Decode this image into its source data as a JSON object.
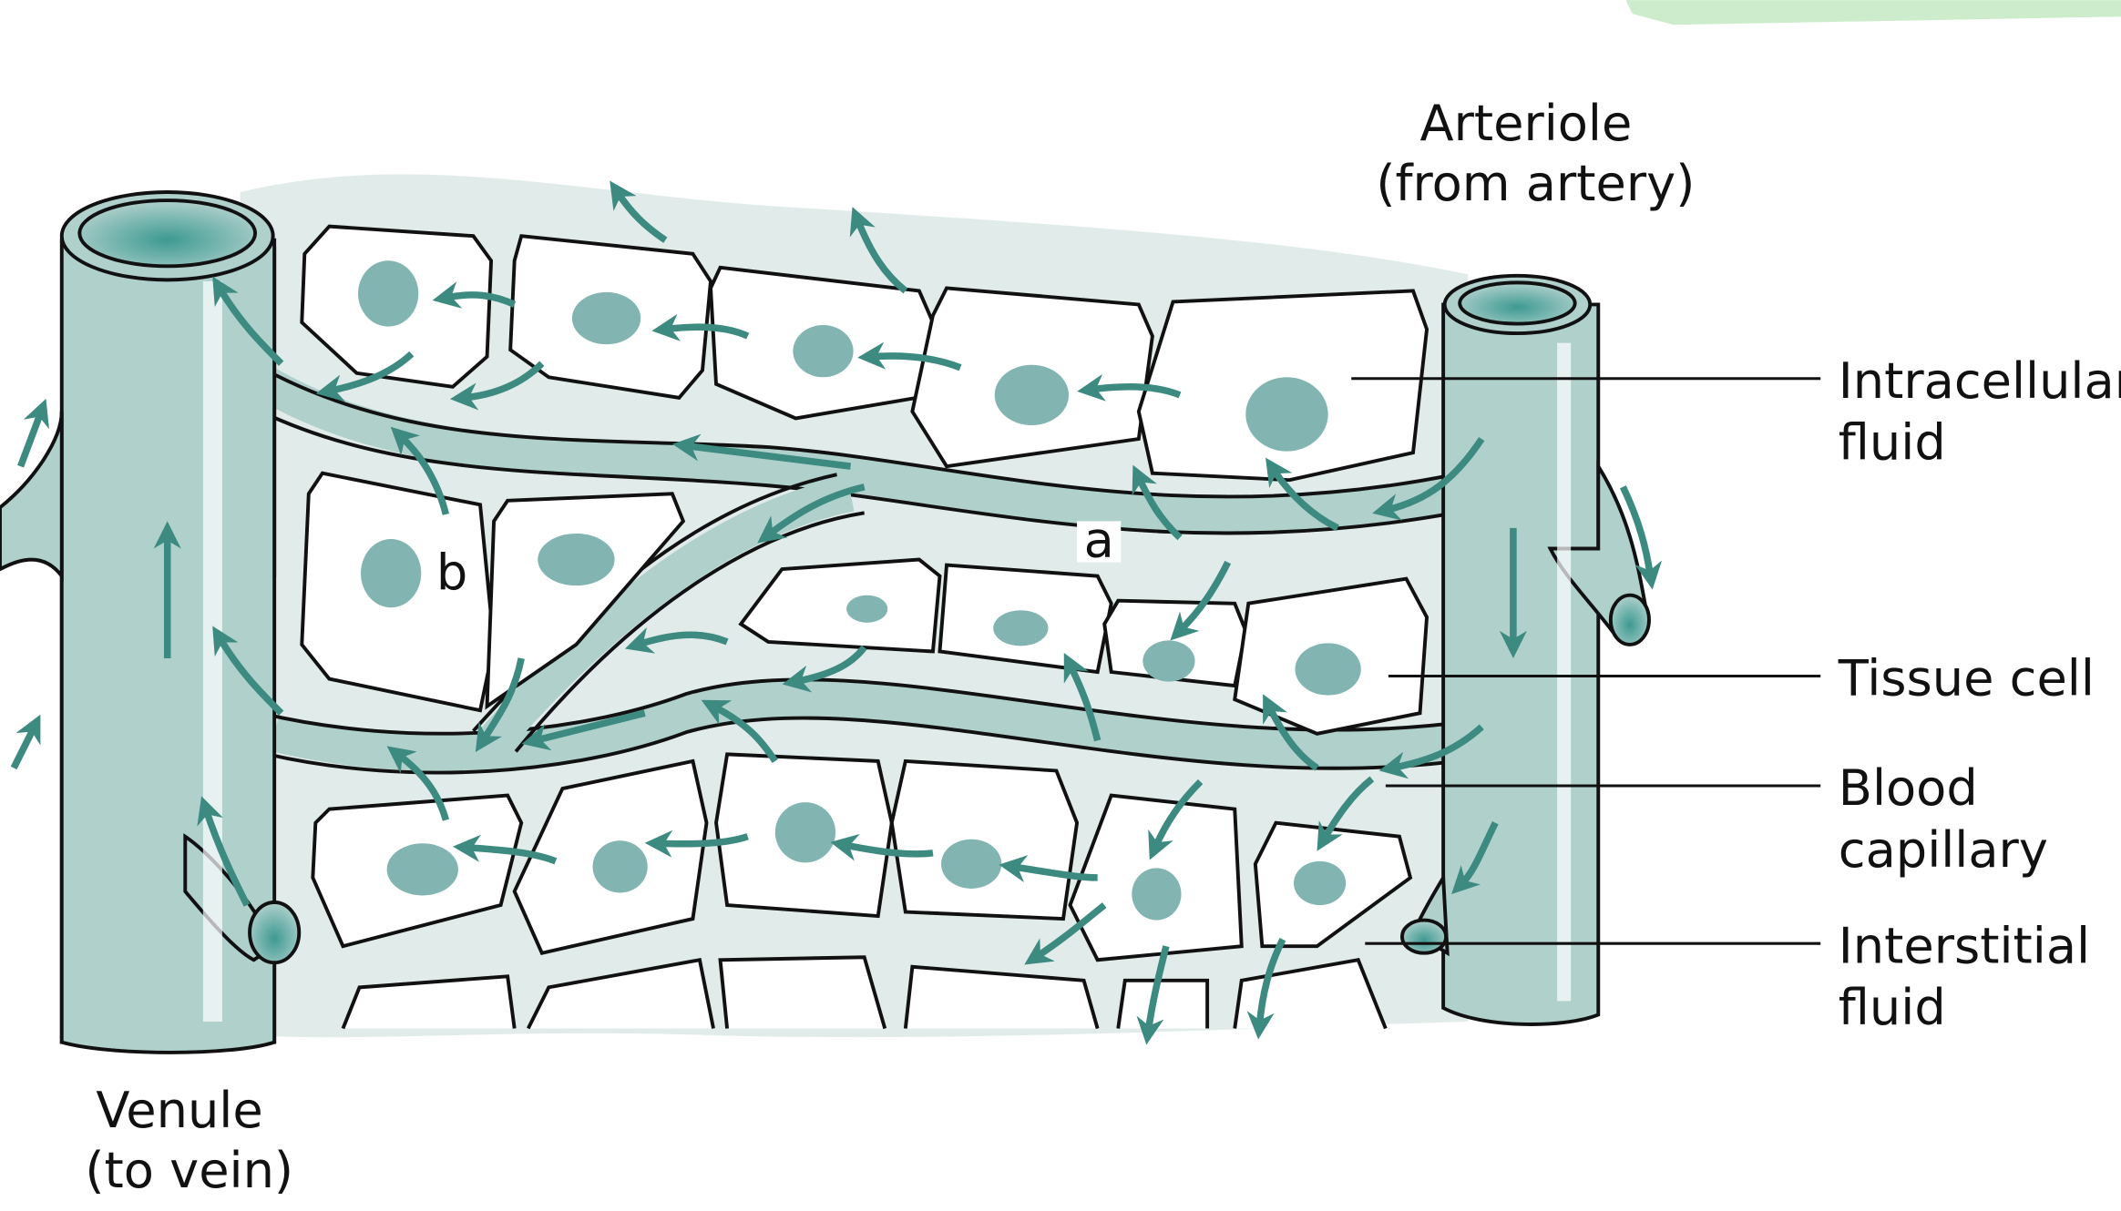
{
  "labels": {
    "arteriole": "Arteriole",
    "arteriole_sub": "(from artery)",
    "venule": "Venule",
    "venule_sub": "(to vein)",
    "intracellular_1": "Intracellular",
    "intracellular_2": "fluid",
    "tissue_cell": "Tissue cell",
    "capillary_1": "Blood",
    "capillary_2": "capillary",
    "interstitial_1": "Interstitial",
    "interstitial_2": "fluid",
    "marker_a": "a",
    "marker_b": "b"
  },
  "colors": {
    "interstitial": "#e1ecea",
    "vessel": "#b0d0cc",
    "nucleus": "#82b5b1",
    "arrow": "#3d8a80",
    "lumen": "#3d9a92",
    "highlight": "#cdeccc"
  }
}
